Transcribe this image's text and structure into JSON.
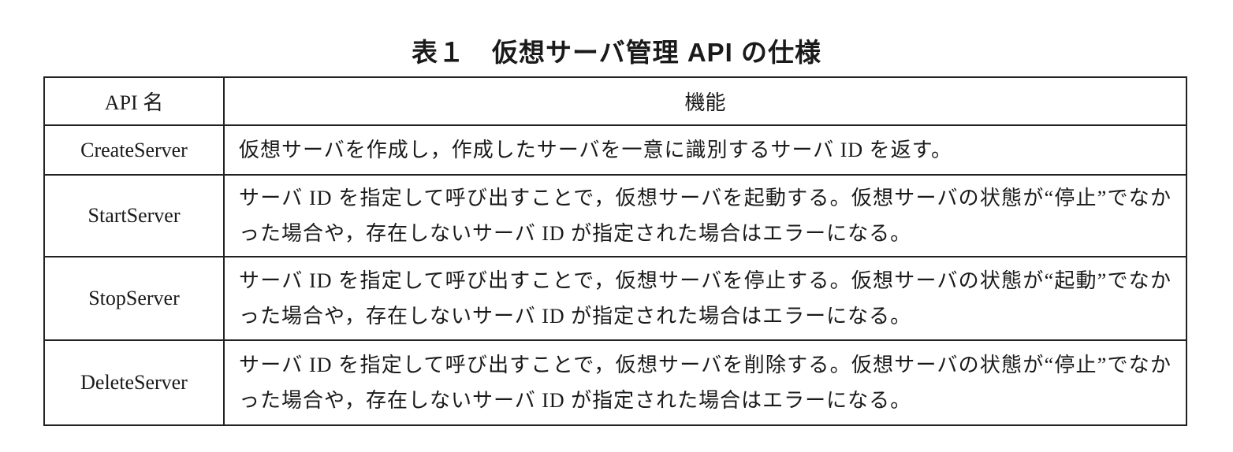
{
  "title": "表１　仮想サーバ管理 API の仕様",
  "table": {
    "headers": [
      "API 名",
      "機能"
    ],
    "rows": [
      {
        "name": "CreateServer",
        "desc": "仮想サーバを作成し，作成したサーバを一意に識別するサーバ ID を返す。"
      },
      {
        "name": "StartServer",
        "desc": "サーバ ID を指定して呼び出すことで，仮想サーバを起動する。仮想サーバの状態が“停止”でなかった場合や，存在しないサーバ ID が指定された場合はエラーになる。"
      },
      {
        "name": "StopServer",
        "desc": "サーバ ID を指定して呼び出すことで，仮想サーバを停止する。仮想サーバの状態が“起動”でなかった場合や，存在しないサーバ ID が指定された場合はエラーになる。"
      },
      {
        "name": "DeleteServer",
        "desc": "サーバ ID を指定して呼び出すことで，仮想サーバを削除する。仮想サーバの状態が“停止”でなかった場合や，存在しないサーバ ID が指定された場合はエラーになる。"
      }
    ]
  }
}
